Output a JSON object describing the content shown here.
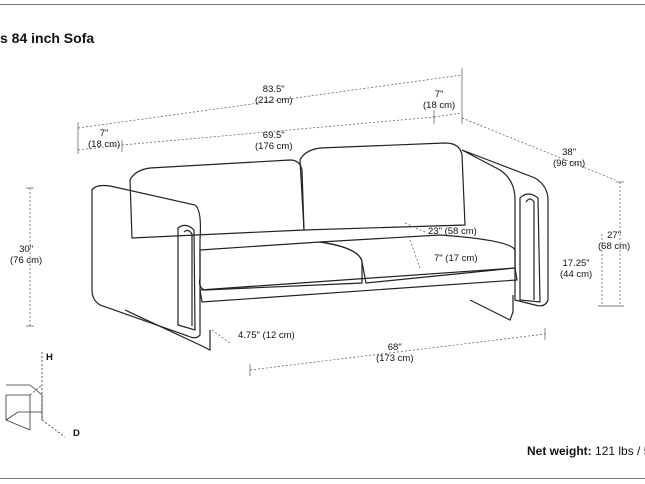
{
  "title": "s 84 inch Sofa",
  "footer": {
    "weight_label": "Net weight:",
    "weight_value": "121 lbs / 5"
  },
  "axes": {
    "h": "H",
    "d": "D"
  },
  "dims": {
    "overall_width": {
      "in": "83.5\"",
      "cm": "(212 cm)"
    },
    "arm_right": {
      "in": "7\"",
      "cm": "(18 cm)"
    },
    "arm_left": {
      "in": "7\"",
      "cm": "(18 cm)"
    },
    "inner_width": {
      "in": "69.5\"",
      "cm": "(176 cm)"
    },
    "depth": {
      "in": "38\"",
      "cm": "(96 cm)"
    },
    "height": {
      "in": "30\"",
      "cm": "(76 cm)"
    },
    "arm_height": {
      "in": "27\"",
      "cm": "(68 cm)"
    },
    "seat_height": {
      "in": "17.25\"",
      "cm": "(44 cm)"
    },
    "seat_depth": {
      "text": "23\" (58 cm)"
    },
    "cushion_thickness": {
      "text": "7\" (17 cm)"
    },
    "leg_height": {
      "text": "4.75\" (12 cm)"
    },
    "base_width": {
      "in": "68\"",
      "cm": "(173 cm)"
    }
  }
}
